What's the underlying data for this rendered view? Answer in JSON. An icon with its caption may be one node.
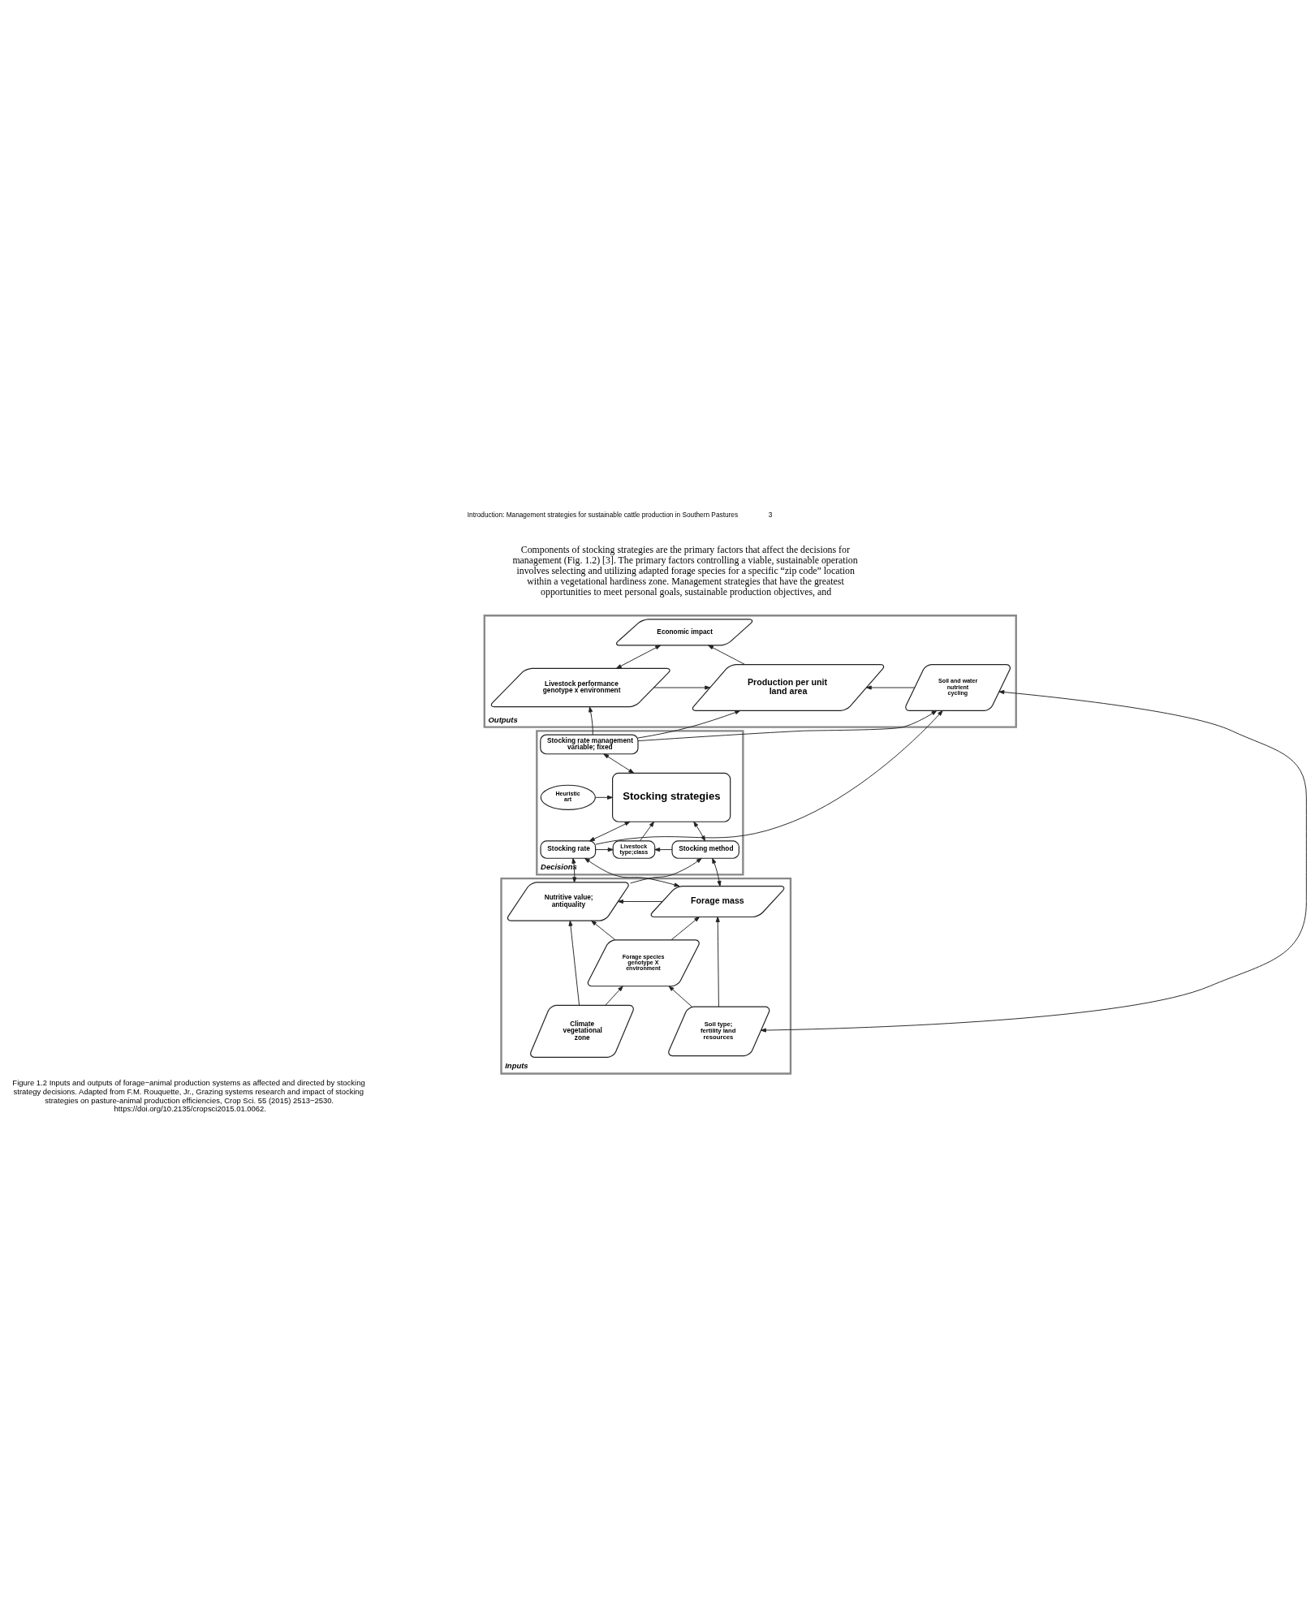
{
  "diagram": {
    "caption": "Figure 1.2 Inputs and outputs of forage−animal production systems as affected and directed by stocking strategy decisions. Adapted from F.M. Rouquette, Jr., Grazing systems research and impact of stocking strategies on pasture-animal production efficiencies, Crop Sci. 55 (2015) 2513−2530. https://doi.org/10.2135/cropsci2015.01.0062.",
    "nodes": [
      {
        "text": [
          "Outputs"
        ]
      },
      {
        "text": [
          "Decisions"
        ]
      },
      {
        "text": [
          "Inputs"
        ]
      },
      {
        "text": [
          "Economic impact"
        ],
        "in": 0
      },
      {
        "text": [
          "Livestock performance genotype x environment"
        ],
        "in": 0
      },
      {
        "text": [
          "Production per unit land area"
        ],
        "in": 0
      },
      {
        "text": [
          "Soil and water nutrient cycling"
        ],
        "in": 0
      },
      {
        "text": [
          "Stocking rate management variable; fixed"
        ],
        "in": 1
      },
      {
        "text": [
          "Heuristic art"
        ],
        "in": 1
      },
      {
        "text": [
          "Stocking strategies"
        ],
        "in": 1
      },
      {
        "text": [
          "Stocking method"
        ],
        "in": 1
      },
      {
        "text": [
          "Livestock type;class"
        ],
        "in": 1
      },
      {
        "text": [
          "Stocking rate"
        ],
        "in": 1
      },
      {
        "text": [
          "Forage mass"
        ],
        "in": 2
      },
      {
        "text": [
          "Nutritive value; antiquality"
        ],
        "in": 2
      },
      {
        "text": [
          "Forage species genotype X environment"
        ],
        "in": 2
      },
      {
        "text": [
          "Climate vegetational zone"
        ],
        "in": 2
      },
      {
        "text": [
          "Soil type; fertility land resources"
        ],
        "in": 2
      }
    ],
    "edges": [
      {
        "from": 4,
        "to": 3,
        "arrow": "both"
      },
      {
        "from": 5,
        "to": 3,
        "arrow": "to"
      },
      {
        "from": 4,
        "to": 5,
        "arrow": "to"
      },
      {
        "from": 6,
        "to": 5,
        "arrow": "to"
      },
      {
        "from": 7,
        "to": 4,
        "arrow": "to"
      },
      {
        "from": 7,
        "to": 5,
        "arrow": "to"
      },
      {
        "from": 7,
        "to": 6,
        "arrow": "to"
      },
      {
        "from": 12,
        "to": 6,
        "arrow": "to"
      },
      {
        "from": 17,
        "to": 6,
        "arrow": "both"
      },
      {
        "from": 9,
        "to": 7,
        "arrow": "both"
      },
      {
        "from": 8,
        "to": 9,
        "arrow": "to"
      },
      {
        "from": 9,
        "to": 10,
        "arrow": "both"
      },
      {
        "from": 9,
        "to": 12,
        "arrow": "both"
      },
      {
        "from": 10,
        "to": 11,
        "arrow": "to"
      },
      {
        "from": 12,
        "to": 11,
        "arrow": "to"
      },
      {
        "from": 11,
        "to": 9,
        "arrow": "to"
      },
      {
        "from": 13,
        "to": 10,
        "arrow": "both"
      },
      {
        "from": 13,
        "to": 12,
        "arrow": "both"
      },
      {
        "from": 14,
        "to": 10,
        "arrow": "to"
      },
      {
        "from": 14,
        "to": 12,
        "arrow": "both"
      },
      {
        "from": 13,
        "to": 14,
        "arrow": "to"
      },
      {
        "from": 15,
        "to": 13,
        "arrow": "to"
      },
      {
        "from": 15,
        "to": 14,
        "arrow": "to"
      },
      {
        "from": 16,
        "to": 14,
        "arrow": "to"
      },
      {
        "from": 16,
        "to": 15,
        "arrow": "to"
      },
      {
        "from": 17,
        "to": 15,
        "arrow": "to"
      },
      {
        "from": 17,
        "to": 13,
        "arrow": "to"
      }
    ],
    "labels": [
      "Introduction: Management strategies for sustainable cattle production in Southern Pastures",
      "3",
      "Components of stocking strategies are the primary factors that affect the decisions for management (Fig. 1.2) [3]. The primary factors controlling a viable, sustainable operation involves selecting and utilizing adapted forage species for a specific “zip code” location within a vegetational hardiness zone. Management strategies that have the greatest opportunities to meet personal goals, sustainable production objectives, and"
    ]
  }
}
